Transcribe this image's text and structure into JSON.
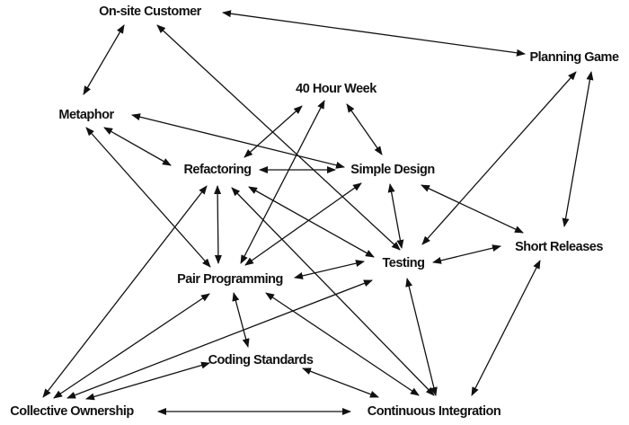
{
  "diagram": {
    "nodes": [
      {
        "id": "onsite",
        "label": "On-site Customer"
      },
      {
        "id": "planning",
        "label": "Planning Game"
      },
      {
        "id": "fortyhour",
        "label": "40 Hour Week"
      },
      {
        "id": "metaphor",
        "label": "Metaphor"
      },
      {
        "id": "refactoring",
        "label": "Refactoring"
      },
      {
        "id": "simpledesign",
        "label": "Simple Design"
      },
      {
        "id": "testing",
        "label": "Testing"
      },
      {
        "id": "shortreleases",
        "label": "Short Releases"
      },
      {
        "id": "pair",
        "label": "Pair Programming"
      },
      {
        "id": "coding",
        "label": "Coding Standards"
      },
      {
        "id": "collective",
        "label": "Collective Ownership"
      },
      {
        "id": "ci",
        "label": "Continuous Integration"
      }
    ],
    "edges": [
      {
        "from": "onsite",
        "to": "planning"
      },
      {
        "from": "onsite",
        "to": "metaphor"
      },
      {
        "from": "onsite",
        "to": "testing"
      },
      {
        "from": "planning",
        "to": "shortreleases"
      },
      {
        "from": "planning",
        "to": "testing"
      },
      {
        "from": "fortyhour",
        "to": "refactoring"
      },
      {
        "from": "fortyhour",
        "to": "simpledesign"
      },
      {
        "from": "fortyhour",
        "to": "pair"
      },
      {
        "from": "metaphor",
        "to": "simpledesign"
      },
      {
        "from": "metaphor",
        "to": "refactoring"
      },
      {
        "from": "metaphor",
        "to": "pair"
      },
      {
        "from": "refactoring",
        "to": "simpledesign"
      },
      {
        "from": "refactoring",
        "to": "pair"
      },
      {
        "from": "refactoring",
        "to": "testing"
      },
      {
        "from": "refactoring",
        "to": "ci"
      },
      {
        "from": "refactoring",
        "to": "collective"
      },
      {
        "from": "simpledesign",
        "to": "testing"
      },
      {
        "from": "simpledesign",
        "to": "pair"
      },
      {
        "from": "simpledesign",
        "to": "shortreleases"
      },
      {
        "from": "testing",
        "to": "shortreleases"
      },
      {
        "from": "testing",
        "to": "pair"
      },
      {
        "from": "testing",
        "to": "collective"
      },
      {
        "from": "testing",
        "to": "ci"
      },
      {
        "from": "shortreleases",
        "to": "ci"
      },
      {
        "from": "pair",
        "to": "coding"
      },
      {
        "from": "pair",
        "to": "collective"
      },
      {
        "from": "pair",
        "to": "ci"
      },
      {
        "from": "coding",
        "to": "collective"
      },
      {
        "from": "coding",
        "to": "ci"
      },
      {
        "from": "collective",
        "to": "ci"
      }
    ]
  }
}
